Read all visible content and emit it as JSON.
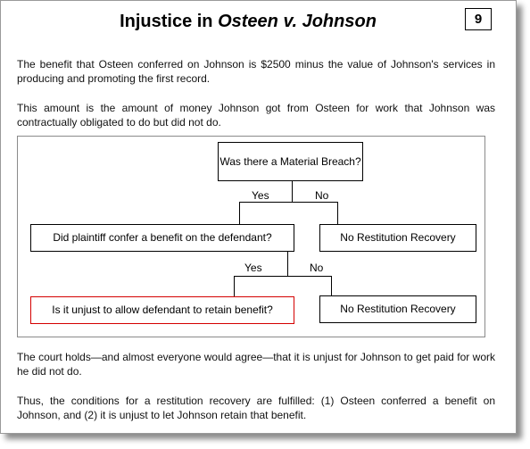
{
  "slide": {
    "title_prefix": "Injustice in ",
    "title_case": "Osteen v. Johnson",
    "page_number": "9"
  },
  "paragraphs": {
    "p1": "The benefit that Osteen conferred on Johnson is $2500 minus the value of Johnson's services in producing and promoting the first record.",
    "p2": "This amount is the amount of money Johnson got from Osteen for work that Johnson was contractually obligated to do but did not do.",
    "p3": "The court holds—and almost everyone would agree—that it is unjust for Johnson to get paid for work he did not do.",
    "p4": "Thus, the conditions for a restitution recovery are fulfilled: (1) Osteen conferred a benefit on Johnson, and (2) it is unjust to let Johnson retain that benefit."
  },
  "flowchart": {
    "q1": "Was there a Material Breach?",
    "q2": "Did plaintiff confer a benefit on the defendant?",
    "q3": "Is it unjust to allow defendant to retain benefit?",
    "no_recovery_1": "No Restitution Recovery",
    "no_recovery_2": "No Restitution Recovery",
    "yes_1": "Yes",
    "no_1": "No",
    "yes_2": "Yes",
    "no_2": "No",
    "highlight_color": "#d40000"
  }
}
